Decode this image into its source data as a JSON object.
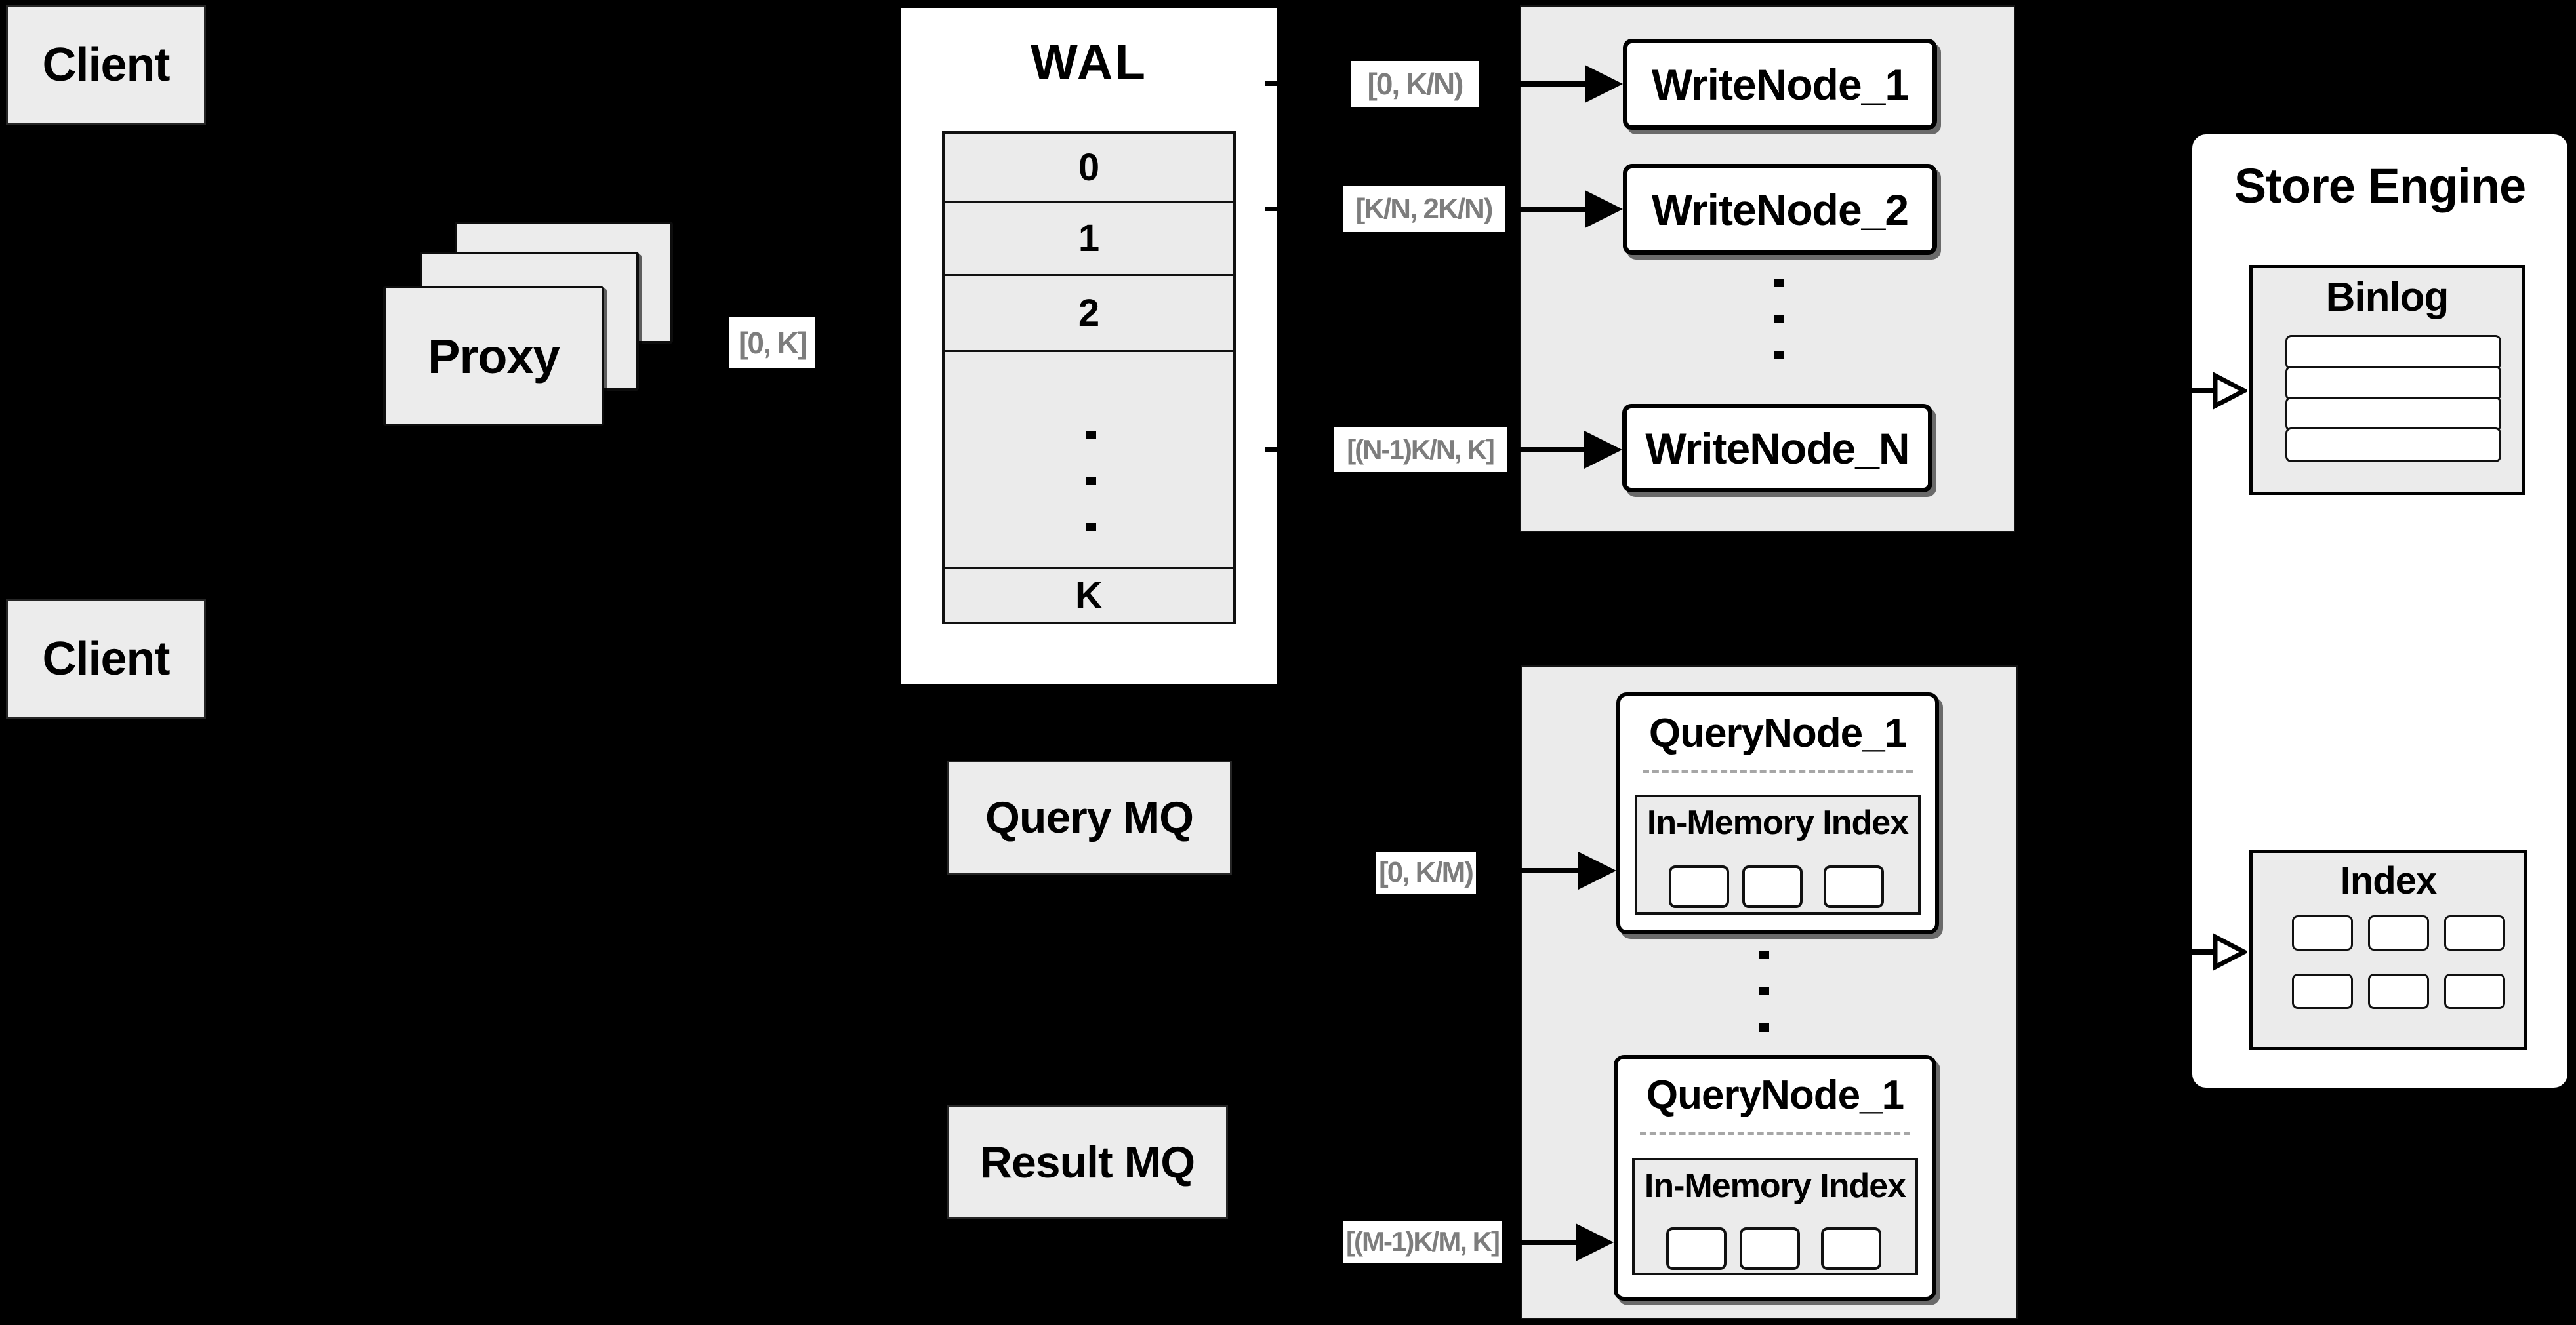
{
  "colors": {
    "background": "#000000",
    "panel_gray": "#ebebeb",
    "box_white": "#ffffff",
    "line_black": "#000000",
    "edge_label_text": "#7d7d7d"
  },
  "clients": {
    "top": "Client",
    "bottom": "Client"
  },
  "proxy": {
    "label": "Proxy"
  },
  "edge_labels": {
    "proxy_wal": "[0, K]",
    "wal_w1": "[0, K/N)",
    "wal_w2": "[K/N, 2K/N)",
    "wal_wn": "[(N-1)K/N, K]",
    "mq_qn_top": "[0, K/M)",
    "mq_qn_bottom": "[(M-1)K/M, K]"
  },
  "wal": {
    "title": "WAL",
    "row_0": "0",
    "row_1": "1",
    "row_2": "2",
    "row_k": "K"
  },
  "mq": {
    "query": "Query MQ",
    "result": "Result MQ"
  },
  "write_panel": {
    "node_1": "WriteNode_1",
    "node_2": "WriteNode_2",
    "node_n": "WriteNode_N"
  },
  "query_panel": {
    "node_top": "QueryNode_1",
    "node_bottom": "QueryNode_1",
    "in_memory": "In-Memory Index"
  },
  "store_engine": {
    "title": "Store Engine",
    "binlog": "Binlog",
    "index": "Index"
  }
}
